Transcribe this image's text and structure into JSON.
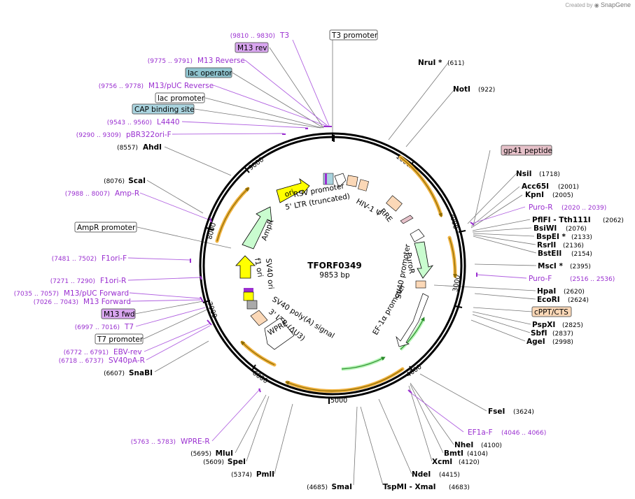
{
  "brand": {
    "created_by": "Created by",
    "name": "SnapGene"
  },
  "plasmid": {
    "name": "TFORF0349",
    "length_label": "9853 bp",
    "length": 9853
  },
  "ticks": [
    "1000",
    "2000",
    "3000",
    "4000",
    "5000",
    "6000",
    "7000",
    "8000",
    "9000"
  ],
  "enzymes": [
    {
      "id": "nrui",
      "name": "NruI *",
      "pos": "(611)",
      "side": "R"
    },
    {
      "id": "noti",
      "name": "NotI",
      "pos": "(922)",
      "side": "R"
    },
    {
      "id": "nsii",
      "name": "NsiI",
      "pos": "(1718)",
      "side": "R"
    },
    {
      "id": "acc65i",
      "name": "Acc65I",
      "pos": "(2001)",
      "side": "R"
    },
    {
      "id": "kpni",
      "name": "KpnI",
      "pos": "(2005)",
      "side": "R"
    },
    {
      "id": "pflfi",
      "name": "PflFI - Tth111I",
      "pos": "(2062)",
      "side": "R"
    },
    {
      "id": "bsiwi",
      "name": "BsiWI",
      "pos": "(2076)",
      "side": "R"
    },
    {
      "id": "bspei",
      "name": "BspEI *",
      "pos": "(2133)",
      "side": "R"
    },
    {
      "id": "rsrii",
      "name": "RsrII",
      "pos": "(2136)",
      "side": "R"
    },
    {
      "id": "bsteii",
      "name": "BstEII",
      "pos": "(2154)",
      "side": "R"
    },
    {
      "id": "msci",
      "name": "MscI *",
      "pos": "(2395)",
      "side": "R"
    },
    {
      "id": "hpai",
      "name": "HpaI",
      "pos": "(2620)",
      "side": "R"
    },
    {
      "id": "ecori",
      "name": "EcoRI",
      "pos": "(2624)",
      "side": "R"
    },
    {
      "id": "pspxi",
      "name": "PspXI",
      "pos": "(2825)",
      "side": "R"
    },
    {
      "id": "sbfi",
      "name": "SbfI",
      "pos": "(2837)",
      "side": "R"
    },
    {
      "id": "agei",
      "name": "AgeI",
      "pos": "(2998)",
      "side": "R"
    },
    {
      "id": "fsei",
      "name": "FseI",
      "pos": "(3624)",
      "side": "R"
    },
    {
      "id": "nhei",
      "name": "NheI",
      "pos": "(4100)",
      "side": "R"
    },
    {
      "id": "bmti",
      "name": "BmtI",
      "pos": "(4104)",
      "side": "R"
    },
    {
      "id": "xcmi",
      "name": "XcmI",
      "pos": "(4120)",
      "side": "R"
    },
    {
      "id": "ndei",
      "name": "NdeI",
      "pos": "(4415)",
      "side": "R"
    },
    {
      "id": "tspmi",
      "name": "TspMI - XmaI",
      "pos": "(4683)",
      "side": "R"
    },
    {
      "id": "smai",
      "name": "SmaI",
      "pos": "(4685)",
      "side": "L"
    },
    {
      "id": "pmli",
      "name": "PmlI",
      "pos": "(5374)",
      "side": "L"
    },
    {
      "id": "spei",
      "name": "SpeI",
      "pos": "(5609)",
      "side": "L"
    },
    {
      "id": "mlui",
      "name": "MluI",
      "pos": "(5695)",
      "side": "L"
    },
    {
      "id": "snabi",
      "name": "SnaBI",
      "pos": "(6607)",
      "side": "L"
    },
    {
      "id": "scai",
      "name": "ScaI",
      "pos": "(8076)",
      "side": "L"
    },
    {
      "id": "ahdi",
      "name": "AhdI",
      "pos": "(8557)",
      "side": "L"
    }
  ],
  "primers": [
    {
      "id": "t3",
      "name": "T3",
      "pos": "(9810 .. 9830)"
    },
    {
      "id": "m13-reverse",
      "name": "M13 Reverse",
      "pos": "(9775 .. 9791)"
    },
    {
      "id": "m13-puc-reverse",
      "name": "M13/pUC Reverse",
      "pos": "(9756 .. 9778)"
    },
    {
      "id": "l4440",
      "name": "L4440",
      "pos": "(9543 .. 9560)"
    },
    {
      "id": "pbr322ori-f",
      "name": "pBR322ori-F",
      "pos": "(9290 .. 9309)"
    },
    {
      "id": "amp-r",
      "name": "Amp-R",
      "pos": "(7988 .. 8007)"
    },
    {
      "id": "f1ori-f",
      "name": "F1ori-F",
      "pos": "(7481 .. 7502)"
    },
    {
      "id": "f1ori-r",
      "name": "F1ori-R",
      "pos": "(7271 .. 7290)"
    },
    {
      "id": "m13-puc-forward",
      "name": "M13/pUC Forward",
      "pos": "(7035 .. 7057)"
    },
    {
      "id": "m13-forward",
      "name": "M13 Forward",
      "pos": "(7026 .. 7043)"
    },
    {
      "id": "t7",
      "name": "T7",
      "pos": "(6997 .. 7016)"
    },
    {
      "id": "ebv-rev",
      "name": "EBV-rev",
      "pos": "(6772 .. 6791)"
    },
    {
      "id": "sv40pa-r",
      "name": "SV40pA-R",
      "pos": "(6718 .. 6737)"
    },
    {
      "id": "wpre-r",
      "name": "WPRE-R",
      "pos": "(5763 .. 5783)"
    },
    {
      "id": "puro-f",
      "name": "Puro-F",
      "pos": "(2516 .. 2536)"
    },
    {
      "id": "puro-r",
      "name": "Puro-R",
      "pos": "(2020 .. 2039)"
    },
    {
      "id": "ef1a-f",
      "name": "EF1a-F",
      "pos": "(4046 .. 4066)"
    }
  ],
  "boxed_features": [
    {
      "id": "t3-promoter",
      "name": "T3 promoter",
      "color": "#ffffff"
    },
    {
      "id": "m13-rev",
      "name": "M13 rev",
      "color": "#d9a6f0"
    },
    {
      "id": "lac-operator",
      "name": "lac operator",
      "color": "#8fc4cf"
    },
    {
      "id": "lac-promoter",
      "name": "lac promoter",
      "color": "#ffffff"
    },
    {
      "id": "cap-binding-site",
      "name": "CAP binding site",
      "color": "#a9d3de"
    },
    {
      "id": "gp41-peptide",
      "name": "gp41 peptide",
      "color": "#e6c1c9"
    },
    {
      "id": "cppt-cts",
      "name": "cPPT/CTS",
      "color": "#fbd8b7"
    },
    {
      "id": "ampr-promoter",
      "name": "AmpR promoter",
      "color": "#ffffff"
    },
    {
      "id": "m13-fwd",
      "name": "M13 fwd",
      "color": "#d9a6f0"
    },
    {
      "id": "t7-promoter",
      "name": "T7 promoter",
      "color": "#ffffff"
    }
  ],
  "map_features": {
    "ori": "ori",
    "ampr": "AmpR",
    "f1_ori": "f1 ori",
    "sv40_ori": "SV40 ori",
    "rsv_promoter": "RSV promoter",
    "ltr5": "5' LTR (truncated)",
    "hiv_psi": "HIV-1 Ψ",
    "rre": "RRE",
    "puror": "PuroR",
    "sv40_promoter": "SV40 promoter",
    "ef1a_promoter": "EF-1α promoter",
    "sv40_polya": "SV40 poly(A) signal",
    "ltr3": "3' LTR (ΔU3)",
    "wpre": "WPRE"
  },
  "colors": {
    "primer": "#9a2fd0",
    "orf_orange": "#f0b23f",
    "green": "#b6f5b6",
    "yellow": "#ffff00",
    "peach": "#fbd8b7"
  }
}
